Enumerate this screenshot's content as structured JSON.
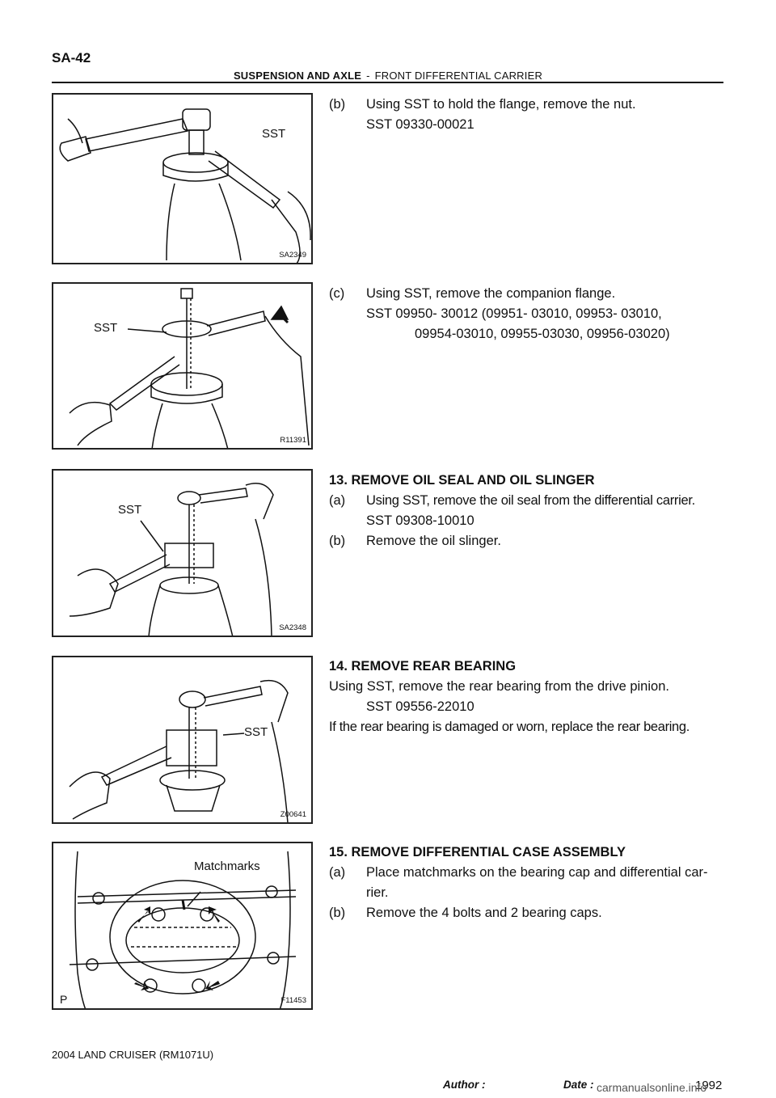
{
  "header": {
    "page_code": "SA-42",
    "section": "SUSPENSION AND AXLE",
    "separator": "-",
    "subsection": "FRONT DIFFERENTIAL CARRIER"
  },
  "figures": [
    {
      "id": "SA2349",
      "label": "SST"
    },
    {
      "id": "R11391",
      "label": "SST"
    },
    {
      "id": "SA2348",
      "label": "SST"
    },
    {
      "id": "Z00641",
      "label": "SST"
    },
    {
      "id": "F11453",
      "label": "Matchmarks",
      "corner": "P"
    }
  ],
  "steps": {
    "b1": {
      "letter": "(b)",
      "text": "Using SST to hold the flange, remove the nut.",
      "sst": "SST     09330-00021"
    },
    "c1": {
      "letter": "(c)",
      "text": "Using SST, remove the companion flange.",
      "sst": "SST     09950- 30012  (09951- 03010,  09953- 03010,",
      "sst2": "09954-03010,   09955-03030,  09956-03020)"
    },
    "s13": {
      "title": "13.   REMOVE OIL SEAL AND OIL SLINGER",
      "a_letter": "(a)",
      "a_text": "Using SST, remove the oil seal from the differential carrier.",
      "a_sst": "SST     09308-10010",
      "b_letter": "(b)",
      "b_text": "Remove the oil slinger."
    },
    "s14": {
      "title": "14.   REMOVE REAR BEARING",
      "line1": "Using SST, remove the rear bearing from the drive pinion.",
      "sst": "SST     09556-22010",
      "line2": "If the rear bearing is damaged or worn, replace the rear bearing."
    },
    "s15": {
      "title": "15.   REMOVE DIFFERENTIAL CASE ASSEMBLY",
      "a_letter": "(a)",
      "a_text": "Place matchmarks on the bearing cap and differential car-",
      "a_text2": "rier.",
      "b_letter": "(b)",
      "b_text": "Remove the 4 bolts and 2 bearing caps."
    }
  },
  "footer": {
    "model": "2004 LAND CRUISER   (RM1071U)",
    "page_number": "1992",
    "author_label": "Author :",
    "date_label": "Date :",
    "watermark": "carmanualsonline.info"
  }
}
